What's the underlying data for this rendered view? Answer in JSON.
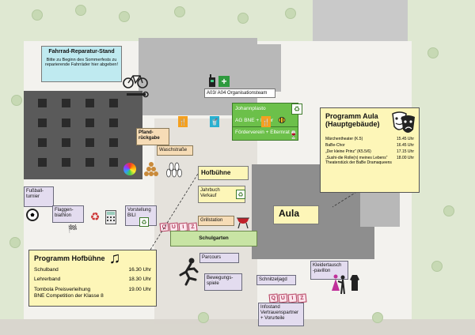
{
  "labels": {
    "fahrrad_title": "Fahrrad-Reparatur-Stand",
    "fahrrad_text": "Bitte zu Beginn des Sommerfests zu reparierende Fahrräder hier abgeben!",
    "orga": "A03/ A04 Organisationsteam",
    "johannplasto": "Johannplasto",
    "ag_bne": "AG BNE + Imker",
    "foerderverein": "Förderverein + Elternrat",
    "pfand": "Pfand-\nrückgabe",
    "waschstrasse": "Waschstraße",
    "hofbuehne": "Hofbühne",
    "jahrbuch": "Jahrbuch\nVerkauf",
    "fussball": "Fußball-\nturnier",
    "flaggen": "Flaggen-\nbiathlon",
    "vorstellung": "Vorstellung\nBILI",
    "grillstation": "Grillstation",
    "schulgarten": "Schulgarten",
    "parcours": "Parcours",
    "bewegung": "Bewegungs-\nspiele",
    "schnitzeljagd": "Schnitzeljagd",
    "infostand": "Infostand\nVertrauenspartner\n+ Vorurteile",
    "kleidertausch": "Kleidertausch\n-pavillon",
    "aula": "Aula",
    "quiz": [
      "Q",
      "U",
      "I",
      "Z"
    ]
  },
  "programm_aula": {
    "title": "Programm Aula\n(Hauptgebäude)",
    "items": [
      {
        "name": "Märchentheater (K.5)",
        "time": "15.45 Uhr"
      },
      {
        "name": "BaBe-Chor",
        "time": "16.45 Uhr"
      },
      {
        "name": "„Der kleine Prinz“ (K5.5/6)",
        "time": "17.15 Uhr"
      },
      {
        "name": "„Sushi-die Rolle(n) meines Lebens“\nTheaterstück der BaBe Dramaqueens",
        "time": "18.00 Uhr"
      }
    ]
  },
  "programm_hofbuehne": {
    "title": "Programm Hofbühne",
    "items": [
      {
        "name": "Schulband",
        "time": "16.30 Uhr"
      },
      {
        "name": "Lehrerband",
        "time": "18.30 Uhr"
      },
      {
        "name": "Tombola Preisverleihung\nBNE Competition der Klasse 8",
        "time": "19.00 Uhr"
      }
    ]
  },
  "icons": [
    "bicycle-icon",
    "tools-icon",
    "walkie-talkie-icon",
    "first-aid-icon",
    "cutlery-icon",
    "drink-cup-icon",
    "bee-icon",
    "wine-glasses-icon",
    "color-wheel-icon",
    "bowling-pins-icon",
    "soccer-ball-icon",
    "checkered-flags-icon",
    "recycle-icon",
    "calculator-icon",
    "grill-icon",
    "runner-icon",
    "theater-masks-icon",
    "music-note-icon",
    "dancers-icon",
    "clothes-icon"
  ],
  "colors": {
    "green_box": "#6cc04a",
    "yellow_box": "#fdf6b8",
    "cyan_box": "#bfeaf0",
    "lavender_box": "#e3dcef"
  }
}
